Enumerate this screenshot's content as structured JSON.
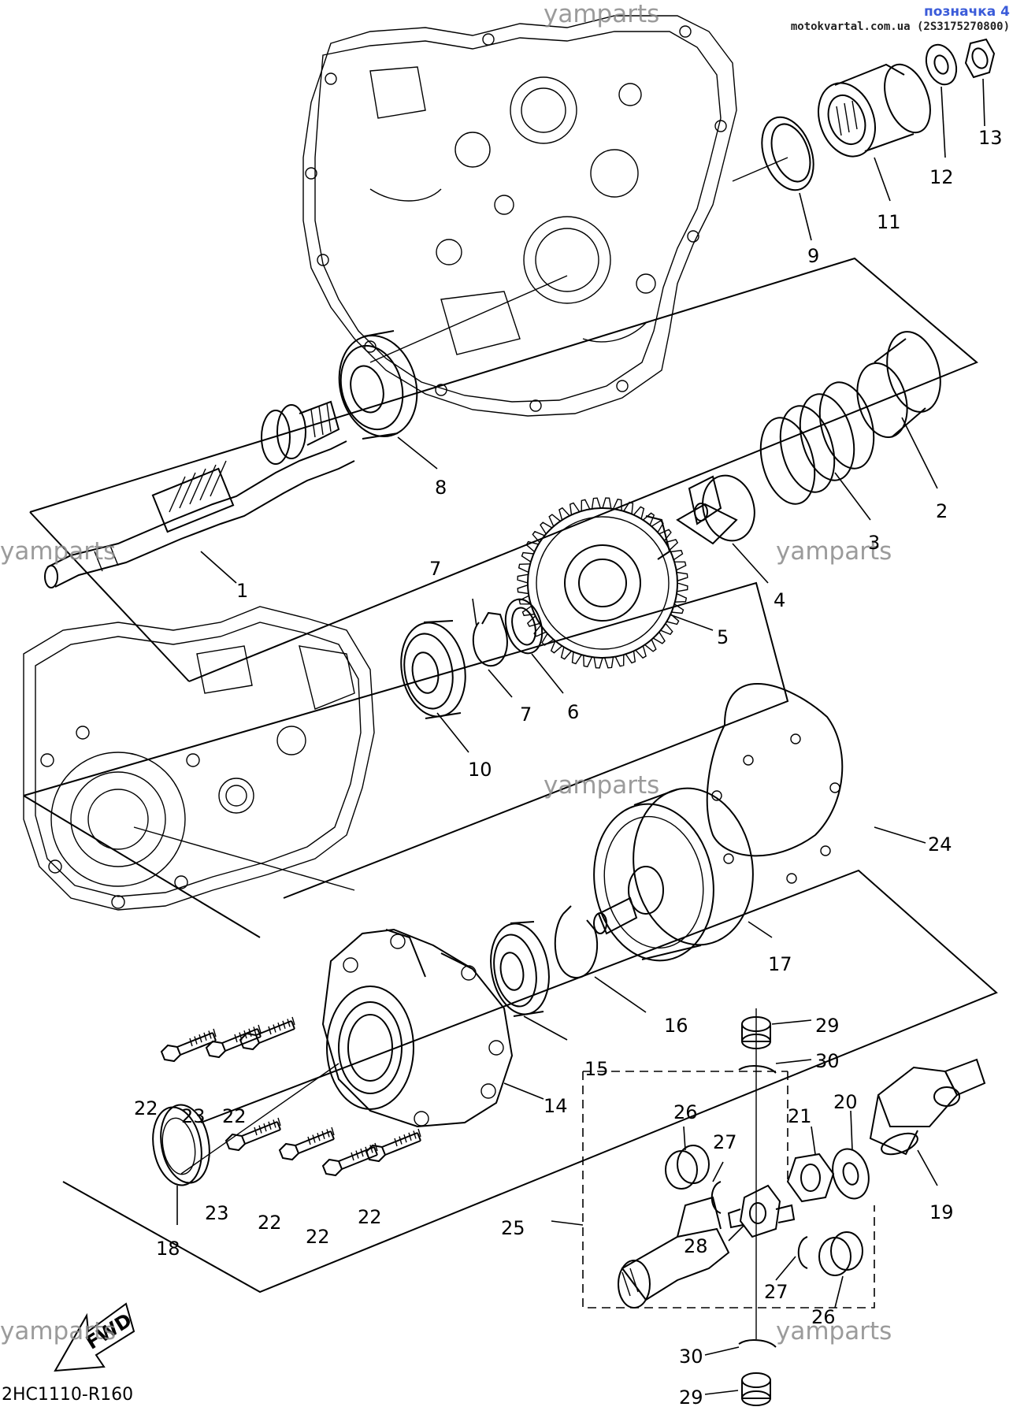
{
  "watermark": {
    "tag": "позначка 4",
    "site": "motokvartal.com.ua (2S3175270800)",
    "text": "yamparts"
  },
  "diagram_code": "2HC1110-R160",
  "fwd_label": "FWD",
  "callouts": {
    "c1": "1",
    "c2": "2",
    "c3": "3",
    "c4": "4",
    "c5": "5",
    "c6": "6",
    "c7a": "7",
    "c7b": "7",
    "c8": "8",
    "c9": "9",
    "c10": "10",
    "c11": "11",
    "c12": "12",
    "c13": "13",
    "c14": "14",
    "c15": "15",
    "c16": "16",
    "c17": "17",
    "c18": "18",
    "c19": "19",
    "c20": "20",
    "c21": "21",
    "c22a": "22",
    "c22b": "22",
    "c22c": "22",
    "c22d": "22",
    "c22e": "22",
    "c23a": "23",
    "c23b": "23",
    "c24": "24",
    "c25": "25",
    "c26a": "26",
    "c26b": "26",
    "c27a": "27",
    "c27b": "27",
    "c28": "28",
    "c29a": "29",
    "c29b": "29",
    "c30a": "30",
    "c30b": "30"
  }
}
